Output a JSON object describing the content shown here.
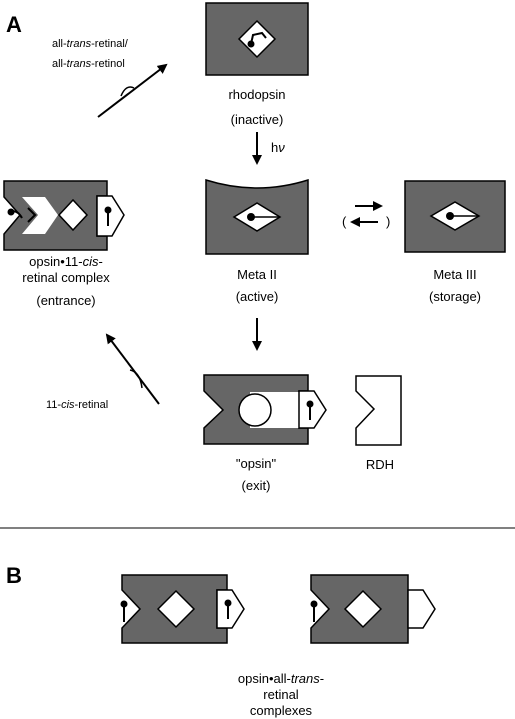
{
  "panels": {
    "a": "A",
    "b": "B"
  },
  "labels": {
    "top_left_line1_prefix": "all-",
    "top_left_line1_italic": "trans",
    "top_left_line1_suffix": "-retinal/",
    "top_left_line2_prefix": "all-",
    "top_left_line2_italic": "trans",
    "top_left_line2_suffix": "-retinol",
    "rhodopsin": "rhodopsin",
    "inactive": "(inactive)",
    "hv_h": "h",
    "hv_v": "ν",
    "entrance_line1_prefix": "opsin•11-",
    "entrance_line1_italic": "cis",
    "entrance_line1_suffix": "-",
    "entrance_line2": "retinal complex",
    "entrance_line3": "(entrance)",
    "meta2": "Meta II",
    "active": "(active)",
    "meta3": "Meta III",
    "storage": "(storage)",
    "cis_retinal_prefix": "11-",
    "cis_retinal_italic": "cis",
    "cis_retinal_suffix": "-retinal",
    "opsin": "\"opsin\"",
    "exit": "(exit)",
    "rdh": "RDH",
    "paren_open": "(",
    "paren_close": ")",
    "complexes_line1_prefix": "opsin•all-",
    "complexes_line1_italic": "trans",
    "complexes_line1_suffix": "-",
    "complexes_line2": "retinal",
    "complexes_line3": "complexes"
  },
  "colors": {
    "protein_fill": "#666666",
    "stroke": "#000000",
    "white": "#ffffff"
  }
}
